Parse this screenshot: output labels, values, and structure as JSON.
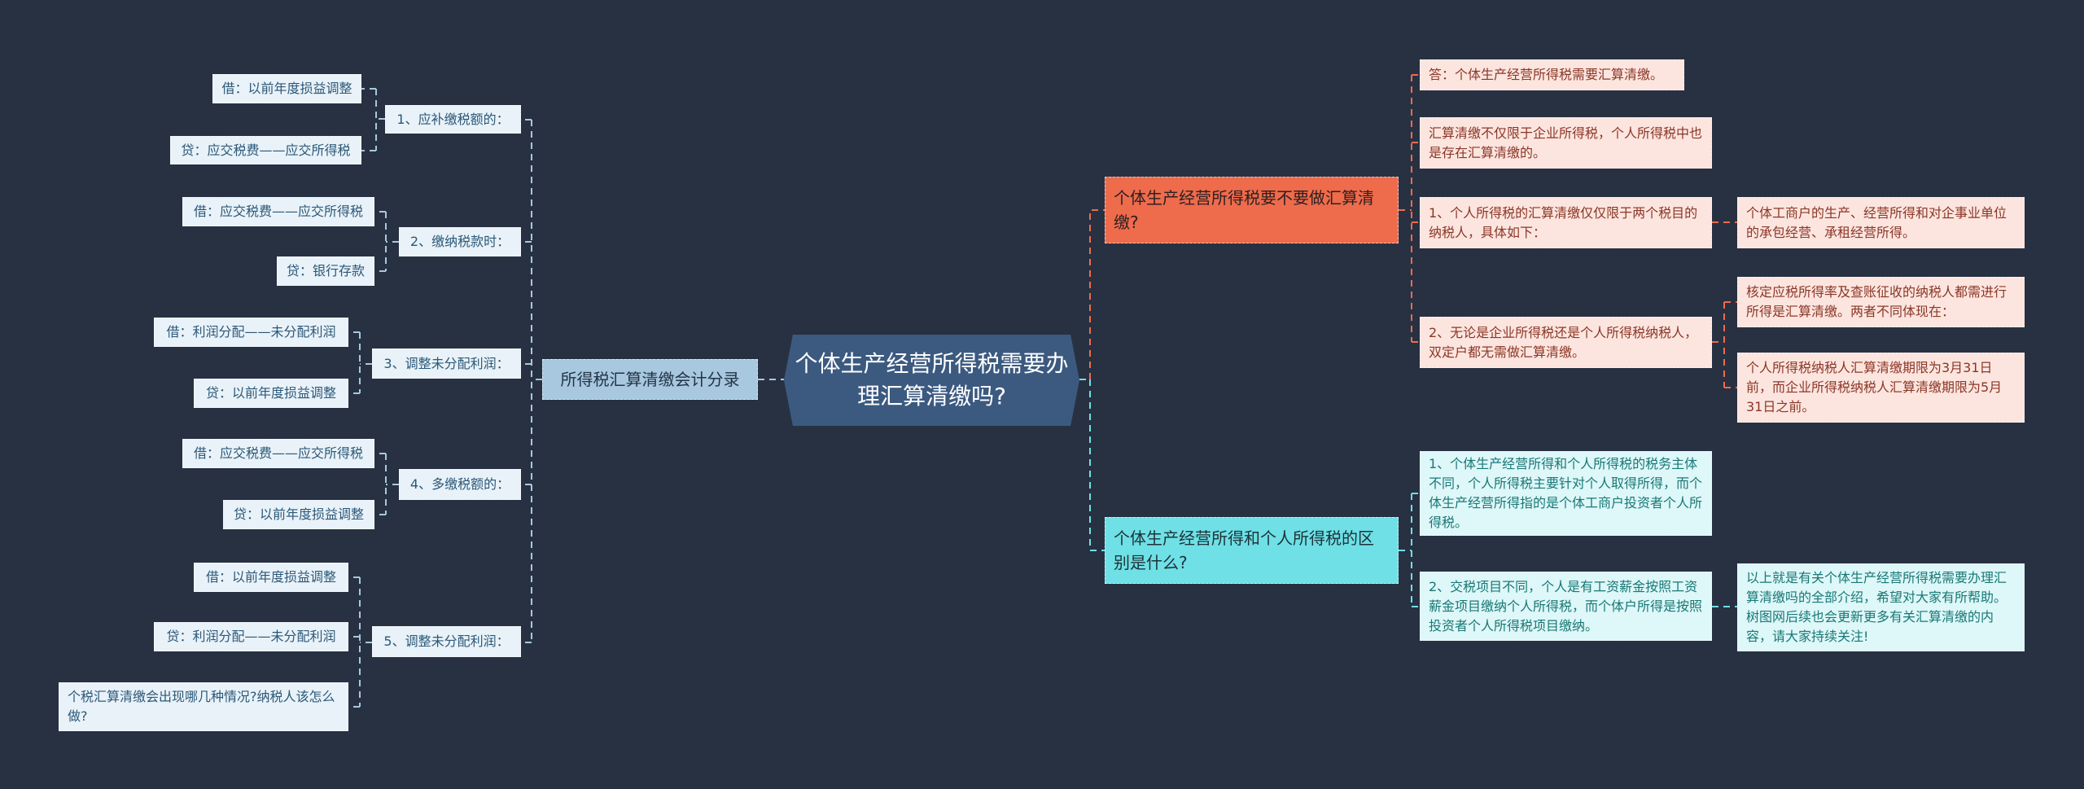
{
  "center": "个体生产经营所得税需要办理汇算清缴吗?",
  "left": {
    "title": "所得税汇算清缴会计分录",
    "groups": [
      {
        "label": "1、应补缴税额的：",
        "items": [
          "借：以前年度损益调整",
          "贷：应交税费——应交所得税"
        ]
      },
      {
        "label": "2、缴纳税款时：",
        "items": [
          "借：应交税费——应交所得税",
          "贷：银行存款"
        ]
      },
      {
        "label": "3、调整未分配利润：",
        "items": [
          "借：利润分配——未分配利润",
          "贷：以前年度损益调整"
        ]
      },
      {
        "label": "4、多缴税额的：",
        "items": [
          "借：应交税费——应交所得税",
          "贷：以前年度损益调整"
        ]
      },
      {
        "label": "5、调整未分配利润：",
        "items": [
          "借：以前年度损益调整",
          "贷：利润分配——未分配利润",
          "个税汇算清缴会出现哪几种情况?纳税人该怎么做?"
        ]
      }
    ]
  },
  "right1": {
    "title": "个体生产经营所得税要不要做汇算清缴?",
    "items": [
      "答：个体生产经营所得税需要汇算清缴。",
      "汇算清缴不仅限于企业所得税，个人所得税中也是存在汇算清缴的。",
      "1、个人所得税的汇算清缴仅仅限于两个税目的纳税人，具体如下：",
      "2、无论是企业所得税还是个人所得税纳税人，双定户都无需做汇算清缴。"
    ],
    "item3_child": "个体工商户的生产、经营所得和对企事业单位的承包经营、承租经营所得。",
    "item4_children": [
      "核定应税所得率及查账征收的纳税人都需进行所得是汇算清缴。两者不同体现在：",
      "个人所得税纳税人汇算清缴期限为3月31日前，而企业所得税纳税人汇算清缴期限为5月31日之前。"
    ]
  },
  "right2": {
    "title": "个体生产经营所得和个人所得税的区别是什么?",
    "items": [
      "1、个体生产经营所得和个人所得税的税务主体不同，个人所得税主要针对个人取得所得，而个体生产经营所得指的是个体工商户投资者个人所得税。",
      "2、交税项目不同，个人是有工资薪金按照工资薪金项目缴纳个人所得税，而个体户所得是按照投资者个人所得税项目缴纳。"
    ],
    "item2_child": "以上就是有关个体生产经营所得税需要办理汇算清缴吗的全部介绍，希望对大家有所帮助。树图网后续也会更新更多有关汇算清缴的内容，请大家持续关注!"
  }
}
